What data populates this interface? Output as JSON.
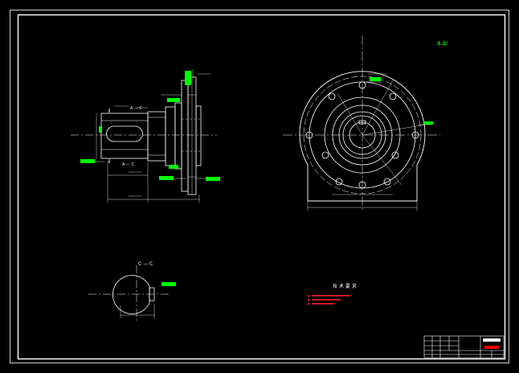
{
  "drawing": {
    "background": "#000000",
    "line_color": "#ffffff",
    "tag_color": "#00ff00",
    "tag_text_color": "#006600",
    "note_color": "#ff2020",
    "accent_color": "#ff0000"
  },
  "labels": {
    "section_marker_top": "A — C",
    "section_marker_bottom": "A — C",
    "section_title": "C — C",
    "scale_note": "3.2/",
    "notes_title": "技 术 要 求"
  },
  "icons": {
    "tag": "green-callout-tag",
    "roughness": "roughness-symbol",
    "hole": "bolt-hole-circle"
  }
}
